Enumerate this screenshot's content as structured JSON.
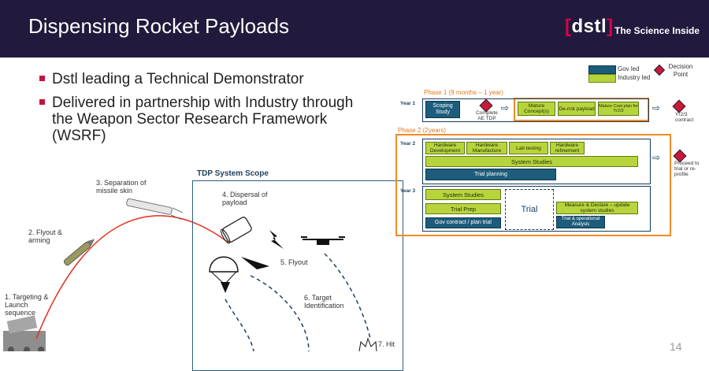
{
  "header": {
    "title": "Dispensing Rocket Payloads",
    "logo": "dstl",
    "tagline": "The Science Inside"
  },
  "bullets": [
    "Dstl leading a Technical Demonstrator",
    "Delivered in partnership with Industry through the Weapon Sector Research Framework (WSRF)"
  ],
  "scope": {
    "title": "TDP System Scope",
    "steps": {
      "s1": "1. Targeting & Launch sequence",
      "s2": "2. Flyout & arming",
      "s3": "3. Separation of missile skin",
      "s4": "4. Dispersal of payload",
      "s5": "5. Flyout",
      "s6": "6. Target Identification",
      "s7": "7. Hit"
    }
  },
  "legend": {
    "gov": "Gov led",
    "industry": "Industry led",
    "decision": "Decision Point"
  },
  "timeline": {
    "phase1": "Phase 1 (9 months – 1 year)",
    "phase2": "Phase 2 (2years)",
    "year1": "Year 1",
    "year2": "Year 2",
    "year3": "Year 3",
    "scoping": "Scoping Study",
    "complete_tdp": "Complete AE TDP",
    "mature_concepts": "Mature Concept(s)",
    "derisk": "De-risk payload",
    "mature_cost": "Mature Cost plan for Yr2/3",
    "yr23_contract": "Yr2/3 contract",
    "hw_dev": "Hardware Development",
    "hw_man": "Hardware Manufacture",
    "lab_testing": "Lab testing",
    "hw_ref": "Hardware refinement",
    "system_studies": "System Studies",
    "trial_planning": "Trial planning",
    "proceed": "Proceed to trial or re-profile",
    "y3_system_studies": "System Studies",
    "trial_prep": "Trial Prep",
    "trial": "Trial",
    "measure_declare": "Measure & Declare – update system studies",
    "gov_contract": "Gov contract / plan trial",
    "trial_analysis": "Trial & operational Analysis"
  },
  "page_number": "14"
}
